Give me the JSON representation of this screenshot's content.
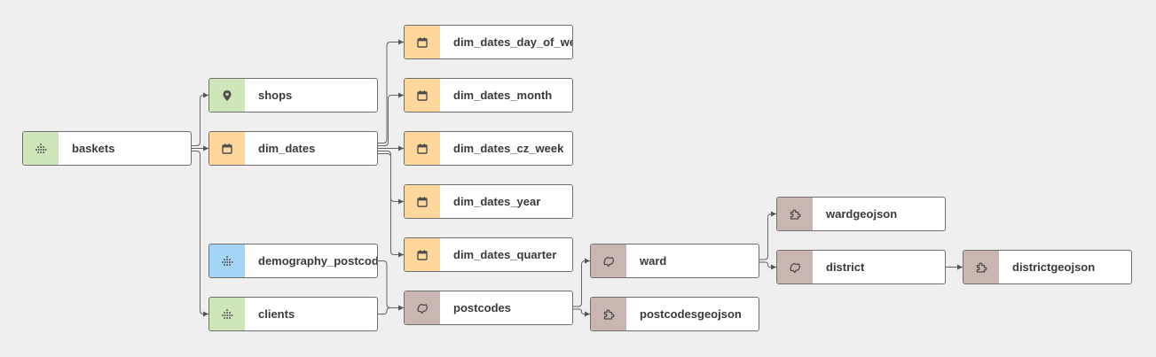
{
  "nodes": {
    "baskets": {
      "label": "baskets",
      "icon": "grid-dots-icon",
      "color": "#cfe6b8"
    },
    "shops": {
      "label": "shops",
      "icon": "map-pin-icon",
      "color": "#cfe6b8"
    },
    "dim_dates": {
      "label": "dim_dates",
      "icon": "calendar-icon",
      "color": "#fdd79c"
    },
    "demography_postcode": {
      "label": "demography_postcod",
      "icon": "grid-dots-icon",
      "color": "#a3d5f5"
    },
    "clients": {
      "label": "clients",
      "icon": "grid-dots-icon",
      "color": "#cfe6b8"
    },
    "dim_dates_day_of_week": {
      "label": "dim_dates_day_of_we",
      "icon": "calendar-icon",
      "color": "#fdd79c"
    },
    "dim_dates_month": {
      "label": "dim_dates_month",
      "icon": "calendar-icon",
      "color": "#fdd79c"
    },
    "dim_dates_cz_week": {
      "label": "dim_dates_cz_week",
      "icon": "calendar-icon",
      "color": "#fdd79c"
    },
    "dim_dates_year": {
      "label": "dim_dates_year",
      "icon": "calendar-icon",
      "color": "#fdd79c"
    },
    "dim_dates_quarter": {
      "label": "dim_dates_quarter",
      "icon": "calendar-icon",
      "color": "#fdd79c"
    },
    "postcodes": {
      "label": "postcodes",
      "icon": "map-region-icon",
      "color": "#c9b6b1"
    },
    "ward": {
      "label": "ward",
      "icon": "map-region-icon",
      "color": "#c9b6b1"
    },
    "postcodesgeojson": {
      "label": "postcodesgeojson",
      "icon": "puzzle-icon",
      "color": "#c9b6b1"
    },
    "wardgeojson": {
      "label": "wardgeojson",
      "icon": "puzzle-icon",
      "color": "#c9b6b1"
    },
    "district": {
      "label": "district",
      "icon": "map-region-icon",
      "color": "#c9b6b1"
    },
    "districtgeojson": {
      "label": "districtgeojson",
      "icon": "puzzle-icon",
      "color": "#c9b6b1"
    }
  },
  "edges": [
    [
      "baskets",
      "shops"
    ],
    [
      "baskets",
      "dim_dates"
    ],
    [
      "baskets",
      "clients"
    ],
    [
      "dim_dates",
      "dim_dates_day_of_week"
    ],
    [
      "dim_dates",
      "dim_dates_month"
    ],
    [
      "dim_dates",
      "dim_dates_cz_week"
    ],
    [
      "dim_dates",
      "dim_dates_year"
    ],
    [
      "dim_dates",
      "dim_dates_quarter"
    ],
    [
      "demography_postcode",
      "postcodes"
    ],
    [
      "clients",
      "postcodes"
    ],
    [
      "postcodes",
      "ward"
    ],
    [
      "postcodes",
      "postcodesgeojson"
    ],
    [
      "ward",
      "wardgeojson"
    ],
    [
      "ward",
      "district"
    ],
    [
      "district",
      "districtgeojson"
    ]
  ]
}
